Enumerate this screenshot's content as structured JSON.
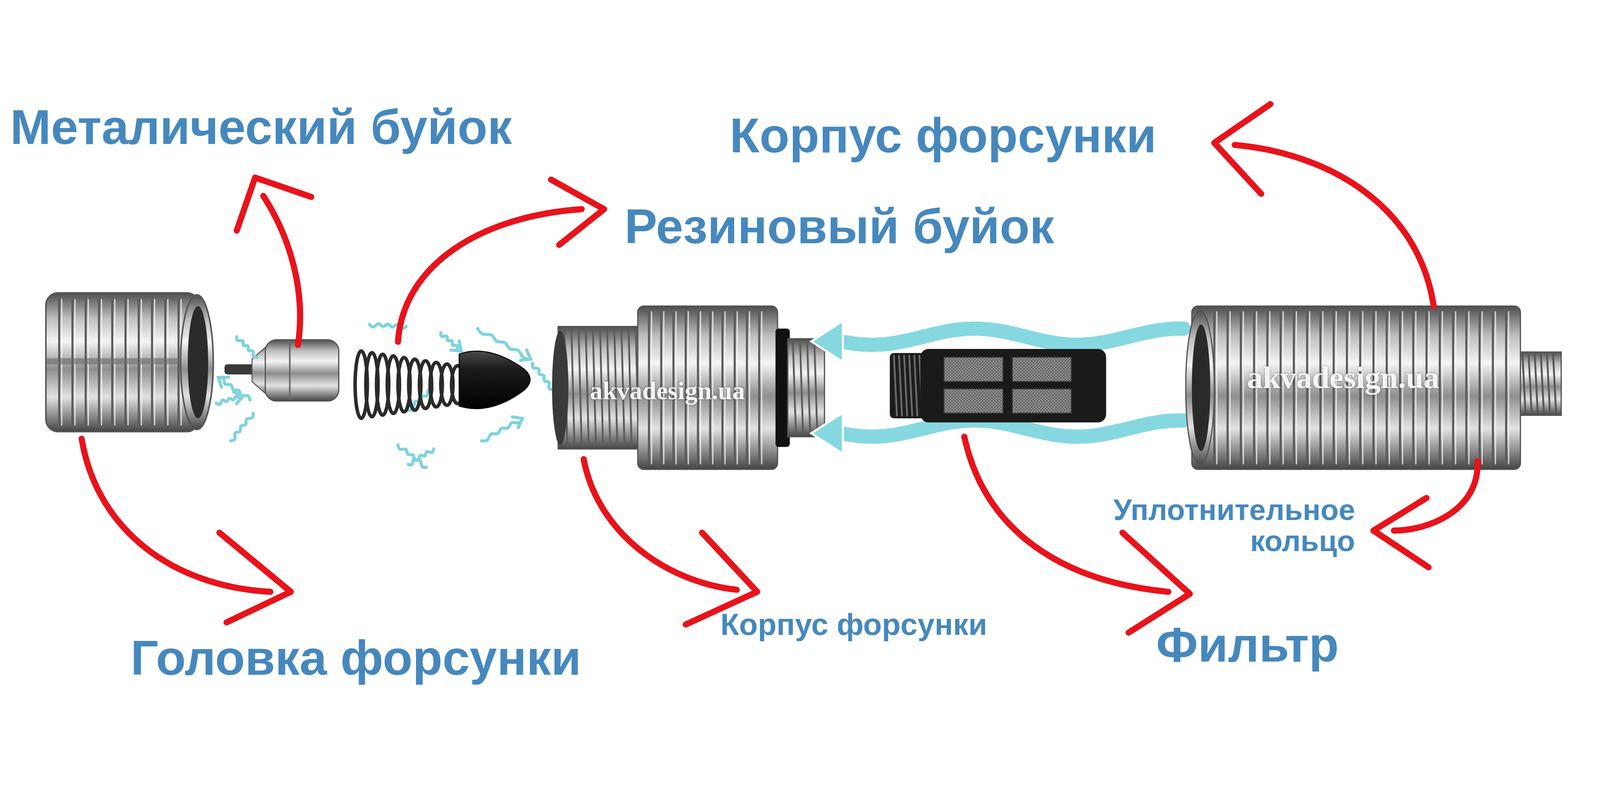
{
  "diagram": {
    "labels": [
      "Металический буйок",
      "Резиновый буйок",
      "Корпус форсунки",
      "Головка форсунки",
      "Корпус форсунки",
      "Фильтр",
      "Уплотнительное кольцо",
      "akvadesign.ua",
      "akvadesign.ua"
    ]
  }
}
